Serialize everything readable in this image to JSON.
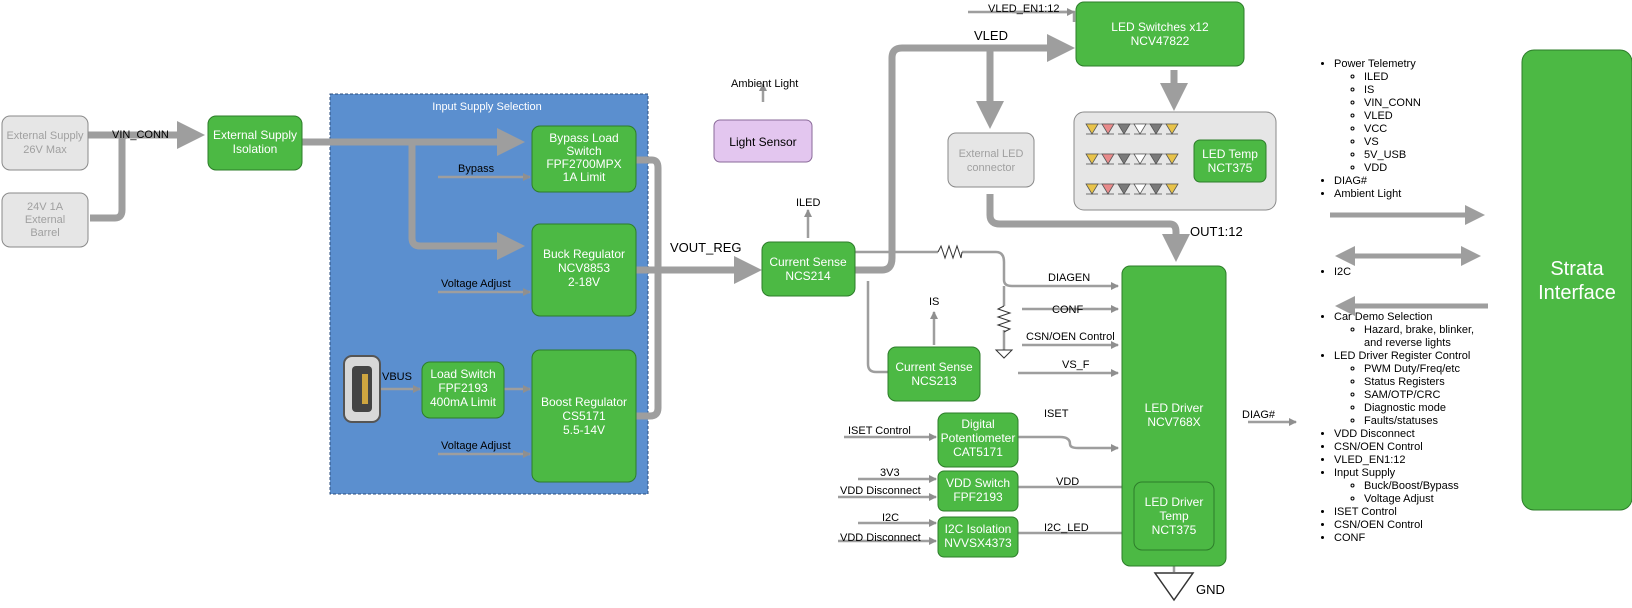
{
  "colors": {
    "green": "#4cb944",
    "green_stroke": "#2d7d2a",
    "gray_box": "#e6e6e6",
    "gray_text": "#a0a0a0",
    "panel_blue": "#5b8fcf",
    "sensor_purple": "#e3c6ef",
    "arrow": "#9e9e9e"
  },
  "boxes": {
    "ext_supply": [
      "External Supply",
      "26V Max"
    ],
    "barrel": [
      "24V 1A",
      "External",
      "Barrel"
    ],
    "isolation": [
      "External Supply",
      "Isolation"
    ],
    "bypass": [
      "Bypass Load",
      "Switch",
      "FPF2700MPX",
      "1A Limit"
    ],
    "buck": [
      "Buck Regulator",
      "NCV8853",
      "2-18V"
    ],
    "load_switch": [
      "Load Switch",
      "FPF2193",
      "400mA Limit"
    ],
    "boost": [
      "Boost Regulator",
      "CS5171",
      "5.5-14V"
    ],
    "light_sensor": [
      "Light Sensor"
    ],
    "cs214": [
      "Current Sense",
      "NCS214"
    ],
    "ext_led": [
      "External LED",
      "connector"
    ],
    "led_switches": [
      "LED Switches x12",
      "NCV47822"
    ],
    "led_temp": [
      "LED Temp",
      "NCT375"
    ],
    "cs213": [
      "Current Sense",
      "NCS213"
    ],
    "digipot": [
      "Digital",
      "Potentiometer",
      "CAT5171"
    ],
    "vdd_switch": [
      "VDD Switch",
      "FPF2193"
    ],
    "i2c_iso": [
      "I2C Isolation",
      "NVVSX4373"
    ],
    "led_driver": [
      "LED Driver",
      "NCV768X"
    ],
    "led_driver_temp": [
      "LED Driver",
      "Temp",
      "NCT375"
    ],
    "strata": [
      "Strata",
      "Interface"
    ]
  },
  "labels": {
    "panel_title": "Input Supply Selection",
    "vin_conn": "VIN_CONN",
    "bypass": "Bypass",
    "voltage_adjust_1": "Voltage Adjust",
    "voltage_adjust_2": "Voltage Adjust",
    "vbus": "VBUS",
    "vout_reg": "VOUT_REG",
    "ambient_light": "Ambient Light",
    "iled": "ILED",
    "vled": "VLED",
    "vled_en": "VLED_EN1:12",
    "out": "OUT1:12",
    "diagen": "DIAGEN",
    "conf": "CONF",
    "csn_oen": "CSN/OEN Control",
    "is": "IS",
    "vs_f": "VS_F",
    "iset": "ISET",
    "iset_control": "ISET Control",
    "v3v3": "3V3",
    "vdd_disconnect_1": "VDD Disconnect",
    "vdd": "VDD",
    "i2c": "I2C",
    "vdd_disconnect_2": "VDD Disconnect",
    "i2c_led": "I2C_LED",
    "diag": "DIAG#",
    "gnd": "GND"
  },
  "strata_list": {
    "group1": {
      "item1": "Power Telemetry",
      "sub1": [
        "ILED",
        "IS",
        "VIN_CONN",
        "VLED",
        "VCC",
        "VS",
        "5V_USB",
        "VDD"
      ],
      "item2": "DIAG#",
      "item3": "Ambient Light"
    },
    "group2": {
      "item1": "I2C"
    },
    "group3": {
      "car_demo": "Car Demo Selection",
      "car_demo_sub": "Hazard, brake, blinker, and reverse lights",
      "led_reg": "LED Driver Register Control",
      "led_reg_sub": [
        "PWM Duty/Freq/etc",
        "Status Registers",
        "SAM/OTP/CRC",
        "Diagnostic mode",
        "Faults/statuses"
      ],
      "vdd_disconnect": "VDD Disconnect",
      "csn_oen": "CSN/OEN Control",
      "vled_en": "VLED_EN1:12",
      "input_supply": "Input Supply",
      "input_supply_sub": [
        "Buck/Boost/Bypass",
        "Voltage Adjust"
      ],
      "iset_control": "ISET Control",
      "csn_oen_2": "CSN/OEN Control",
      "conf": "CONF"
    }
  }
}
